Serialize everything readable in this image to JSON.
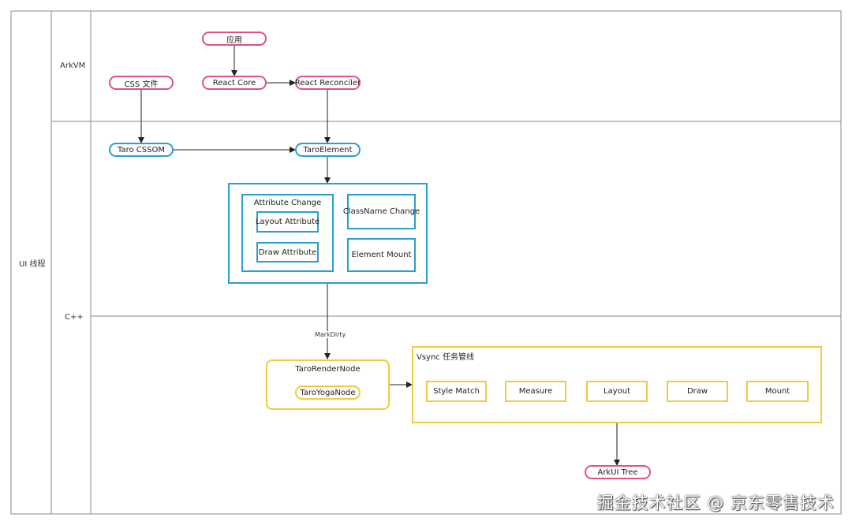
{
  "lanes": {
    "outer": "UI 线程",
    "arkvm": "ArkVM",
    "cpp": "C++"
  },
  "nodes": {
    "app": "应用",
    "react_core": "React Core",
    "react_reconciler": "React Reconciler",
    "css_file": "CSS 文件",
    "taro_cssom": "Taro CSSOM",
    "taro_element": "TaroElement",
    "attribute_change": "Attribute Change",
    "layout_attribute": "Layout Attribute",
    "draw_attribute": "Draw Attribute",
    "classname_change": "ClassName Change",
    "element_mount": "Element Mount",
    "taro_render_node": "TaroRenderNode",
    "taro_yoga_node": "TaroYogaNode",
    "vsync_title": "Vsync 任务管线",
    "style_match": "Style Match",
    "measure": "Measure",
    "layout": "Layout",
    "draw": "Draw",
    "mount": "Mount",
    "arkui_tree": "ArkUI Tree"
  },
  "edges": {
    "mark_dirty": "MarkDirty"
  },
  "colors": {
    "pink": "#e0527a",
    "blue": "#2a9fc9",
    "yellow": "#f0cc3c",
    "line": "#222222",
    "grid": "#888888"
  },
  "watermark": "掘金技术社区 @ 京东零售技术"
}
